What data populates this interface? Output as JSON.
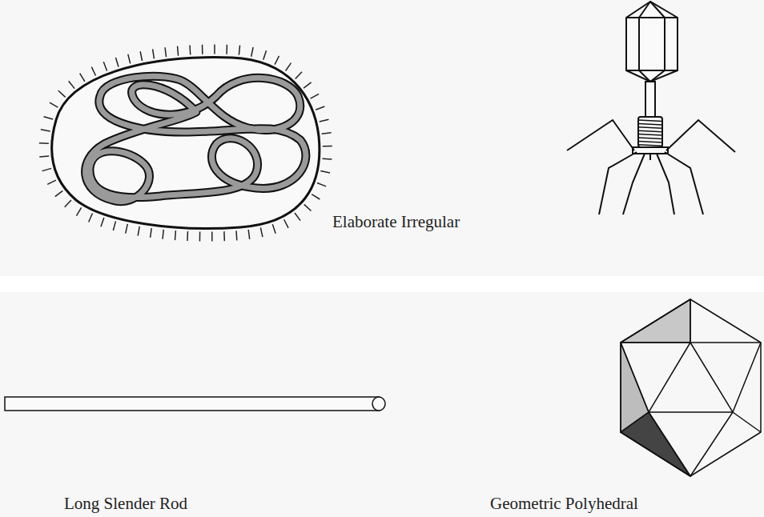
{
  "diagram": {
    "labels": [
      "Elaborate Irregular",
      "Long Slender Rod",
      "Geometric Polyhedral"
    ]
  }
}
